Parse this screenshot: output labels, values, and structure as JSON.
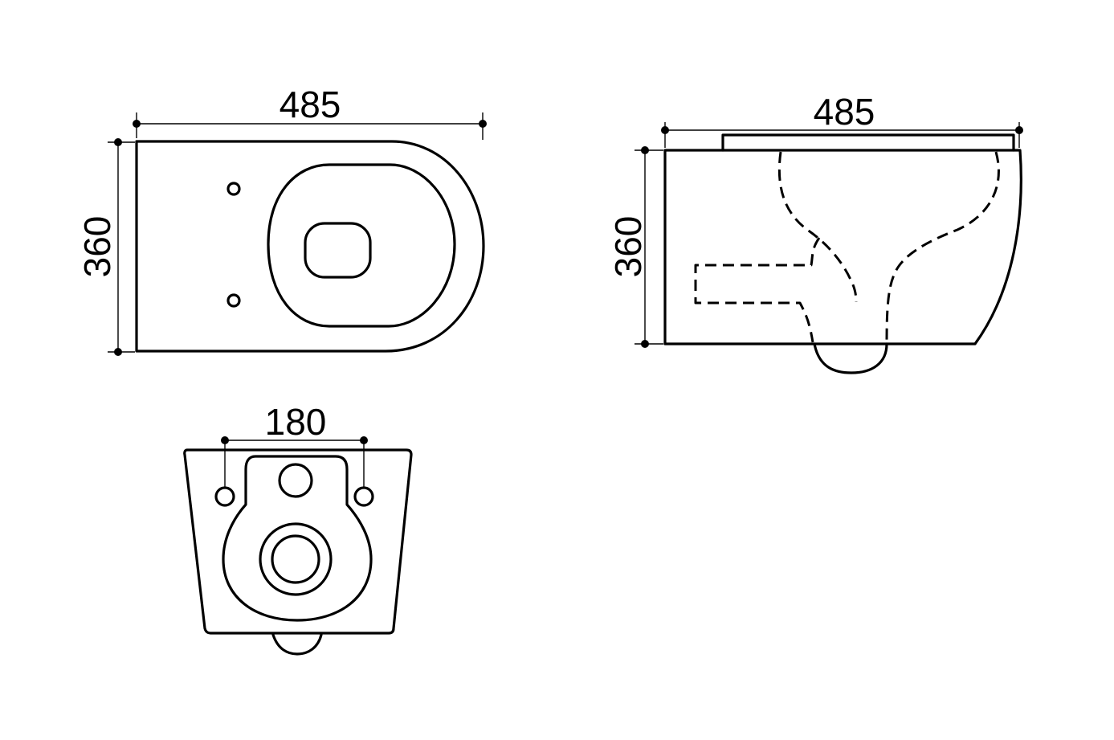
{
  "views": {
    "top_view": {
      "width_label": "485",
      "depth_label": "360"
    },
    "side_view": {
      "length_label": "485",
      "height_label": "360"
    },
    "rear_view": {
      "bolt_spacing_label": "180"
    }
  },
  "colors": {
    "line": "#000000",
    "background": "#ffffff"
  }
}
